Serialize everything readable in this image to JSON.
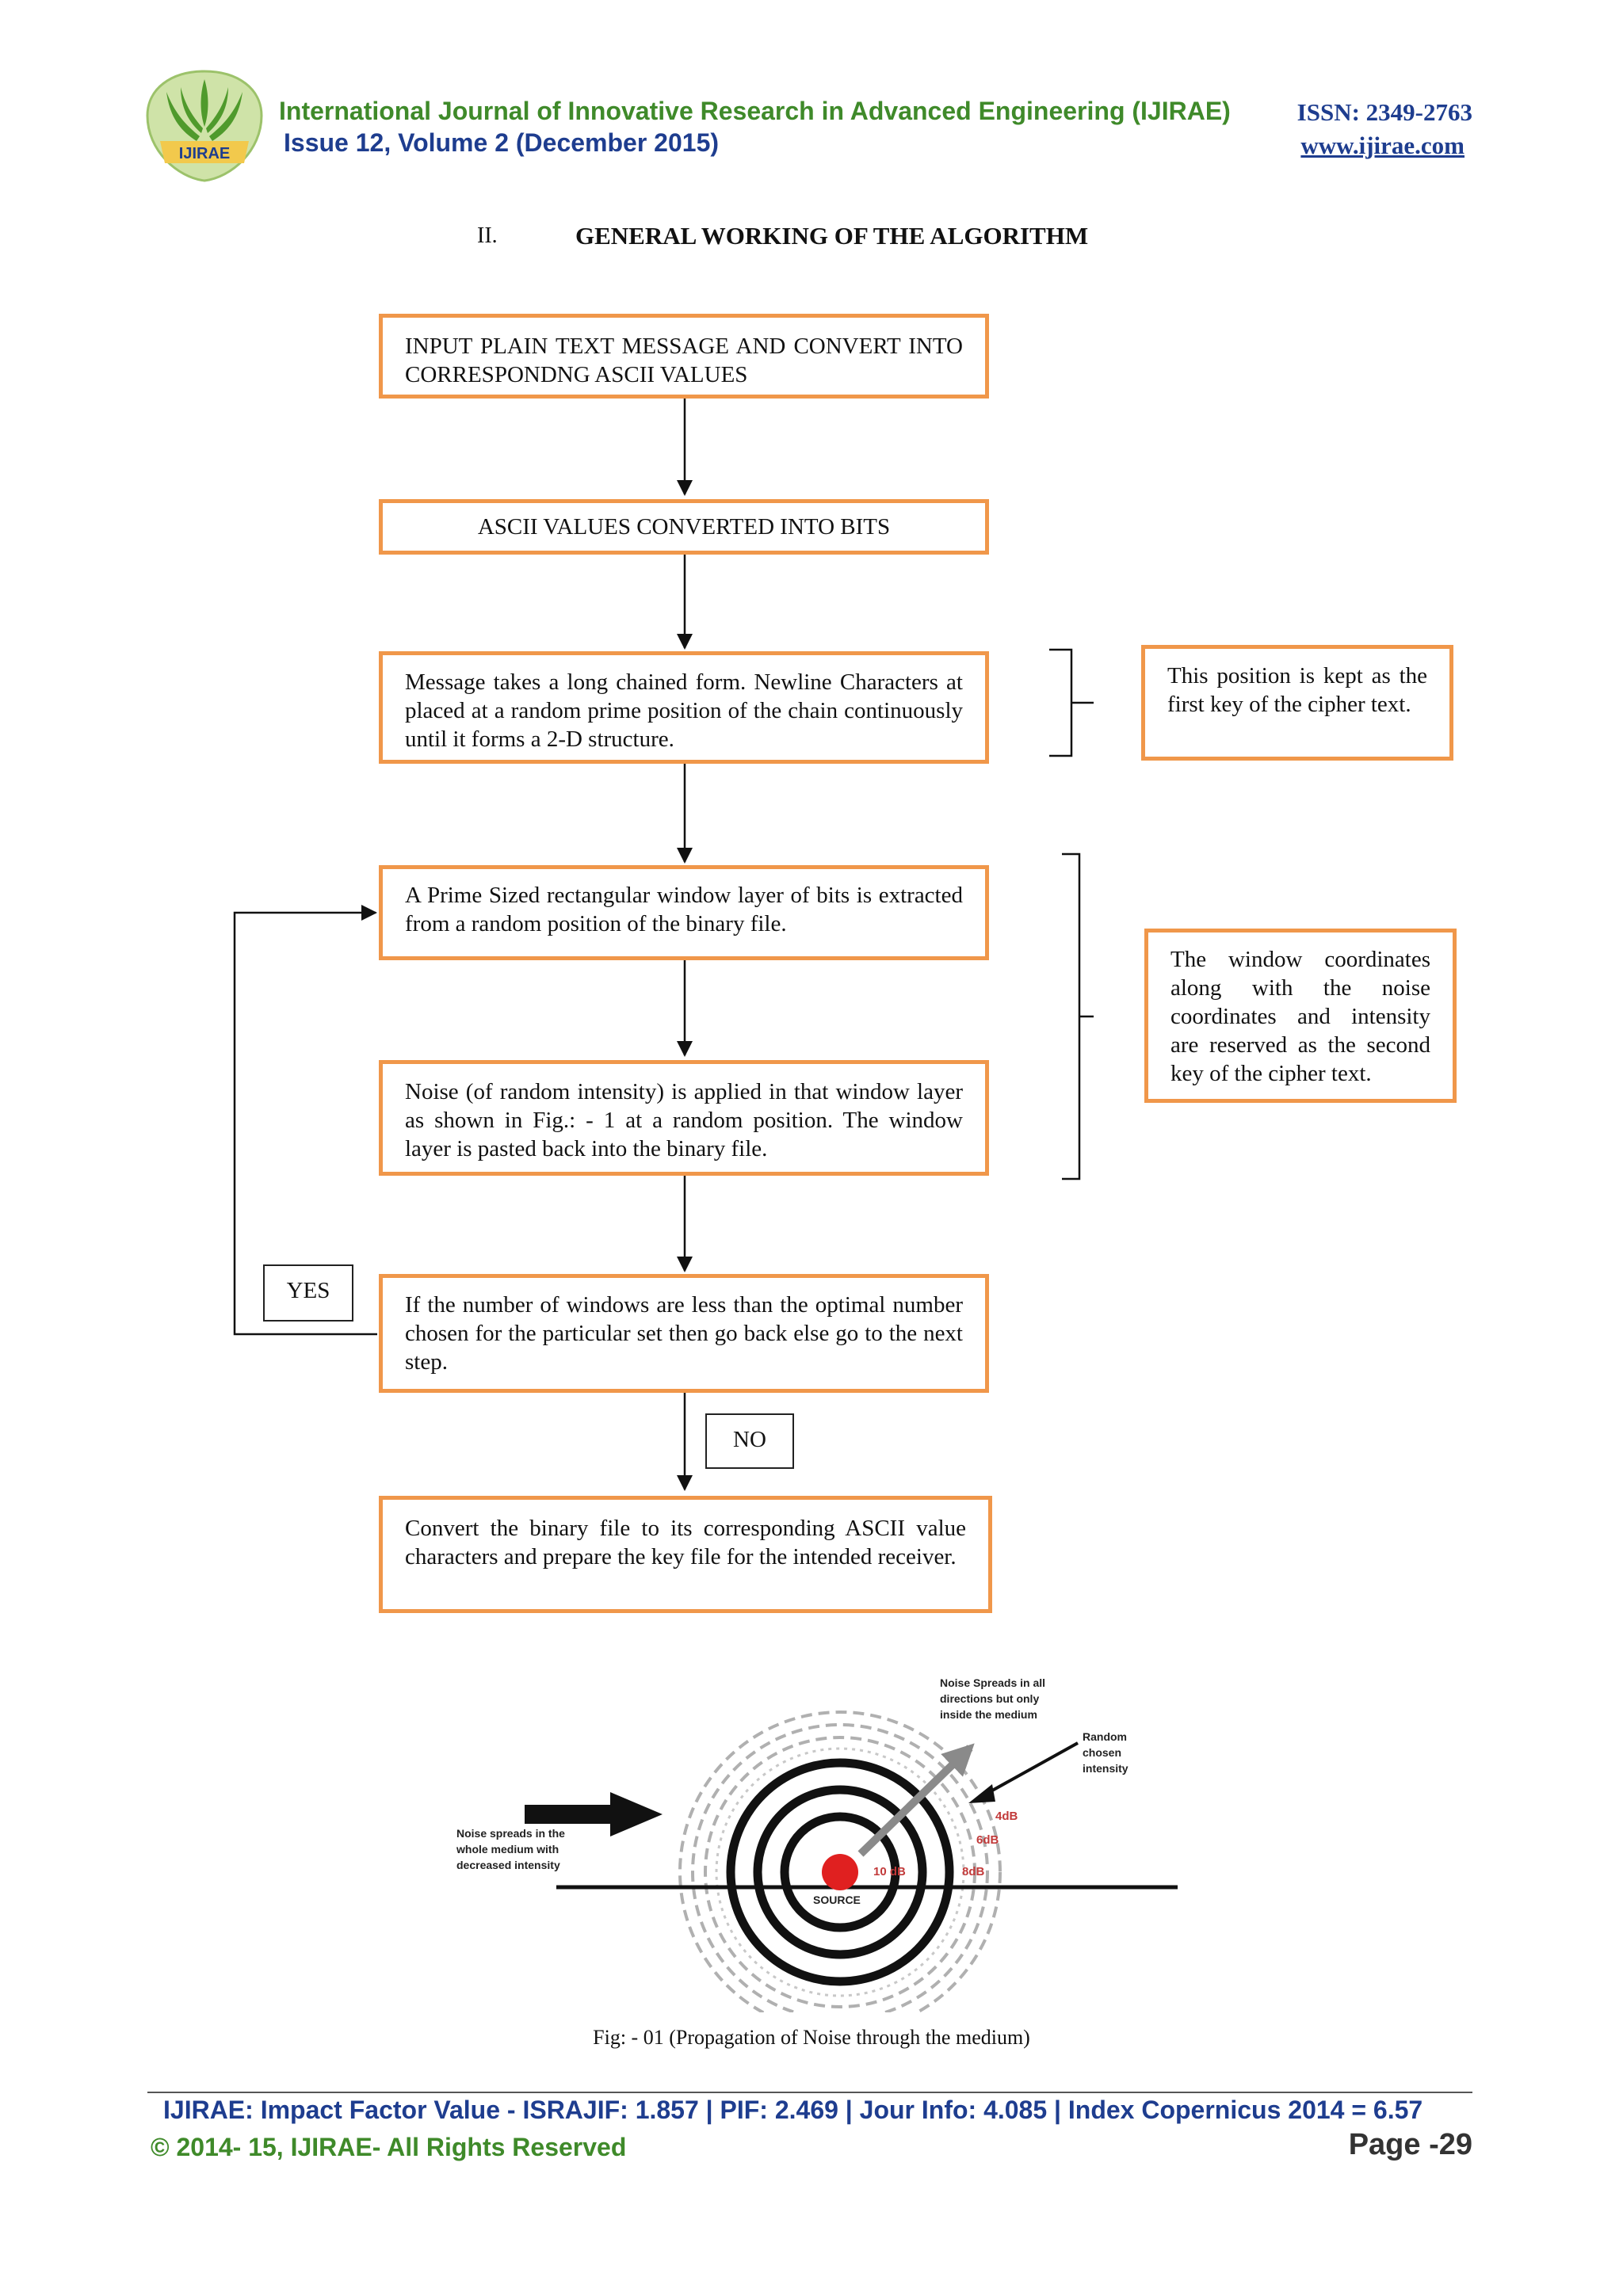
{
  "header": {
    "journal": "International Journal of Innovative Research in Advanced Engineering (IJIRAE)",
    "issue": "Issue 12, Volume 2 (December 2015)",
    "issn": "ISSN: 2349-2763",
    "url": "www.ijirae.com",
    "logo_text": "IJIRAE"
  },
  "section": {
    "number": "II.",
    "title": "GENERAL WORKING OF THE ALGORITHM"
  },
  "flow": {
    "step1": "INPUT PLAIN TEXT MESSAGE AND CONVERT INTO CORRESPONDNG ASCII VALUES",
    "step2": "ASCII VALUES CONVERTED INTO BITS",
    "step3": "Message takes a long chained form. Newline Characters at placed at a random prime position of the chain continuously until it forms a 2-D structure.",
    "step4": "A Prime Sized rectangular window layer of bits is extracted from a random position of the binary file.",
    "step5": "Noise (of random intensity) is applied in that window layer as shown in Fig.: - 1 at a random position. The window layer is pasted back into the binary file.",
    "step6": "If the number of windows are less than the optimal number chosen for the particular set then go back else go to the next step.",
    "step7": "Convert the binary file to its corresponding ASCII value characters and prepare the key file for the intended receiver.",
    "yes": "YES",
    "no": "NO",
    "note1": "This position is kept as the first key of the cipher text.",
    "note2": "The window coordinates along with the noise coordinates and intensity are reserved as the second key of the cipher text."
  },
  "figure": {
    "label_spreads": "Noise Spreads in all directions but only inside the medium",
    "label_random": "Random chosen intensity",
    "label_whole": "Noise spreads in the whole medium with decreased intensity",
    "source": "SOURCE",
    "db10": "10 dB",
    "db8": "8dB",
    "db6": "6dB",
    "db4": "4dB",
    "caption": "Fig: - 01 (Propagation of Noise through the medium)"
  },
  "footer": {
    "impact": "IJIRAE: Impact Factor Value - ISRAJIF: 1.857 | PIF: 2.469 | Jour Info: 4.085 | Index Copernicus 2014 = 6.57",
    "copyright": "© 2014- 15, IJIRAE- All Rights Reserved",
    "page": "Page -29"
  },
  "colors": {
    "box_border": "#f0974a",
    "journal_green": "#3f8a2a",
    "journal_blue": "#1e3d8f",
    "source_red": "#e02020"
  }
}
